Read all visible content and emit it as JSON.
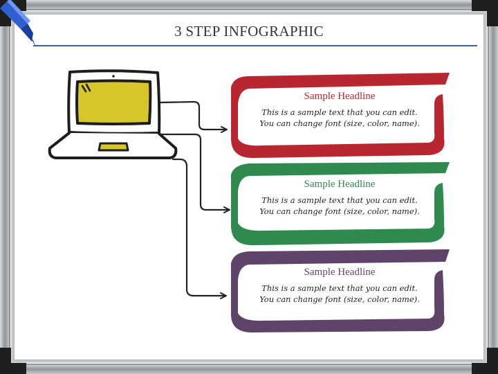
{
  "title": "3 STEP INFOGRAPHIC",
  "steps": [
    {
      "headline": "Sample Headline",
      "line1": "This is a sample text that you can edit.",
      "line2": "You can change font (size, color, name).",
      "color": "#b8272f"
    },
    {
      "headline": "Sample Headline",
      "line1": "This is a sample text that you can edit.",
      "line2": "You can change font (size, color, name).",
      "color": "#2e8a4f"
    },
    {
      "headline": "Sample Headline",
      "line1": "This is a sample text that you can edit.",
      "line2": "You can change font (size, color, name).",
      "color": "#5e4468"
    }
  ],
  "colors": {
    "title_rule": "#3a5fb8",
    "laptop_screen": "#d6c62a",
    "frame_metal": "#9ea3a8",
    "frame_corner": "#222222"
  },
  "icons": [
    "marker-icon",
    "laptop-icon"
  ]
}
